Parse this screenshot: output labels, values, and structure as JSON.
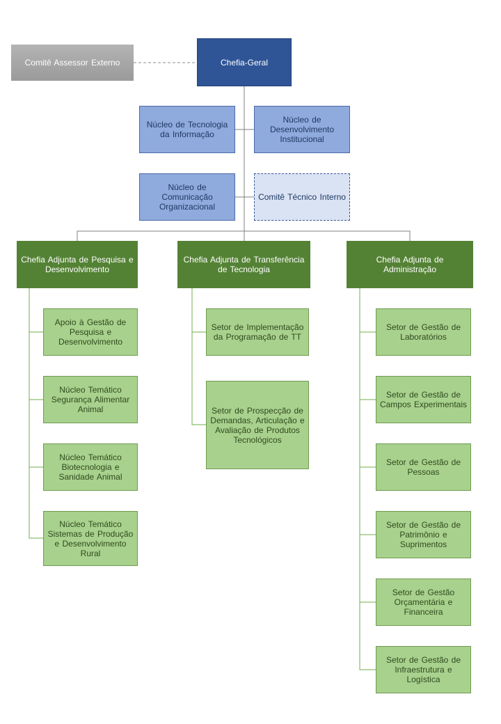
{
  "top": {
    "external_committee": "Comitê Assessor Externo",
    "head": "Chefia-Geral"
  },
  "support_units": {
    "it_nucleus": "Núcleo de Tecnologia da Informação",
    "institutional_dev_nucleus": "Núcleo de Desenvolvimento Institucional",
    "communication_nucleus": "Núcleo de Comunicação Organizacional",
    "internal_committee": "Comitê Técnico Interno"
  },
  "branches": [
    {
      "title": "Chefia Adjunta de Pesquisa e Desenvolvimento",
      "units": [
        "Apoio à Gestão de Pesquisa e Desenvolvimento",
        "Núcleo Temático Segurança Alimentar Animal",
        "Núcleo Temático Biotecnologia e Sanidade Animal",
        "Núcleo Temático Sistemas de Produção e Desenvolvimento Rural"
      ]
    },
    {
      "title": "Chefia Adjunta de Transferência de Tecnologia",
      "units": [
        "Setor de Implementação da Programação de TT",
        "Setor de Prospecção de Demandas, Articulação e Avaliação de Produtos Tecnológicos"
      ]
    },
    {
      "title": "Chefia Adjunta de Administração",
      "units": [
        "Setor de Gestão de Laboratórios",
        "Setor de Gestão de Campos Experimentais",
        "Setor de Gestão de Pessoas",
        "Setor de Gestão de Patrimônio e Suprimentos",
        "Setor de Gestão Orçamentária e Financeira",
        "Setor de Gestão de Infraestrutura e Logística"
      ]
    }
  ]
}
